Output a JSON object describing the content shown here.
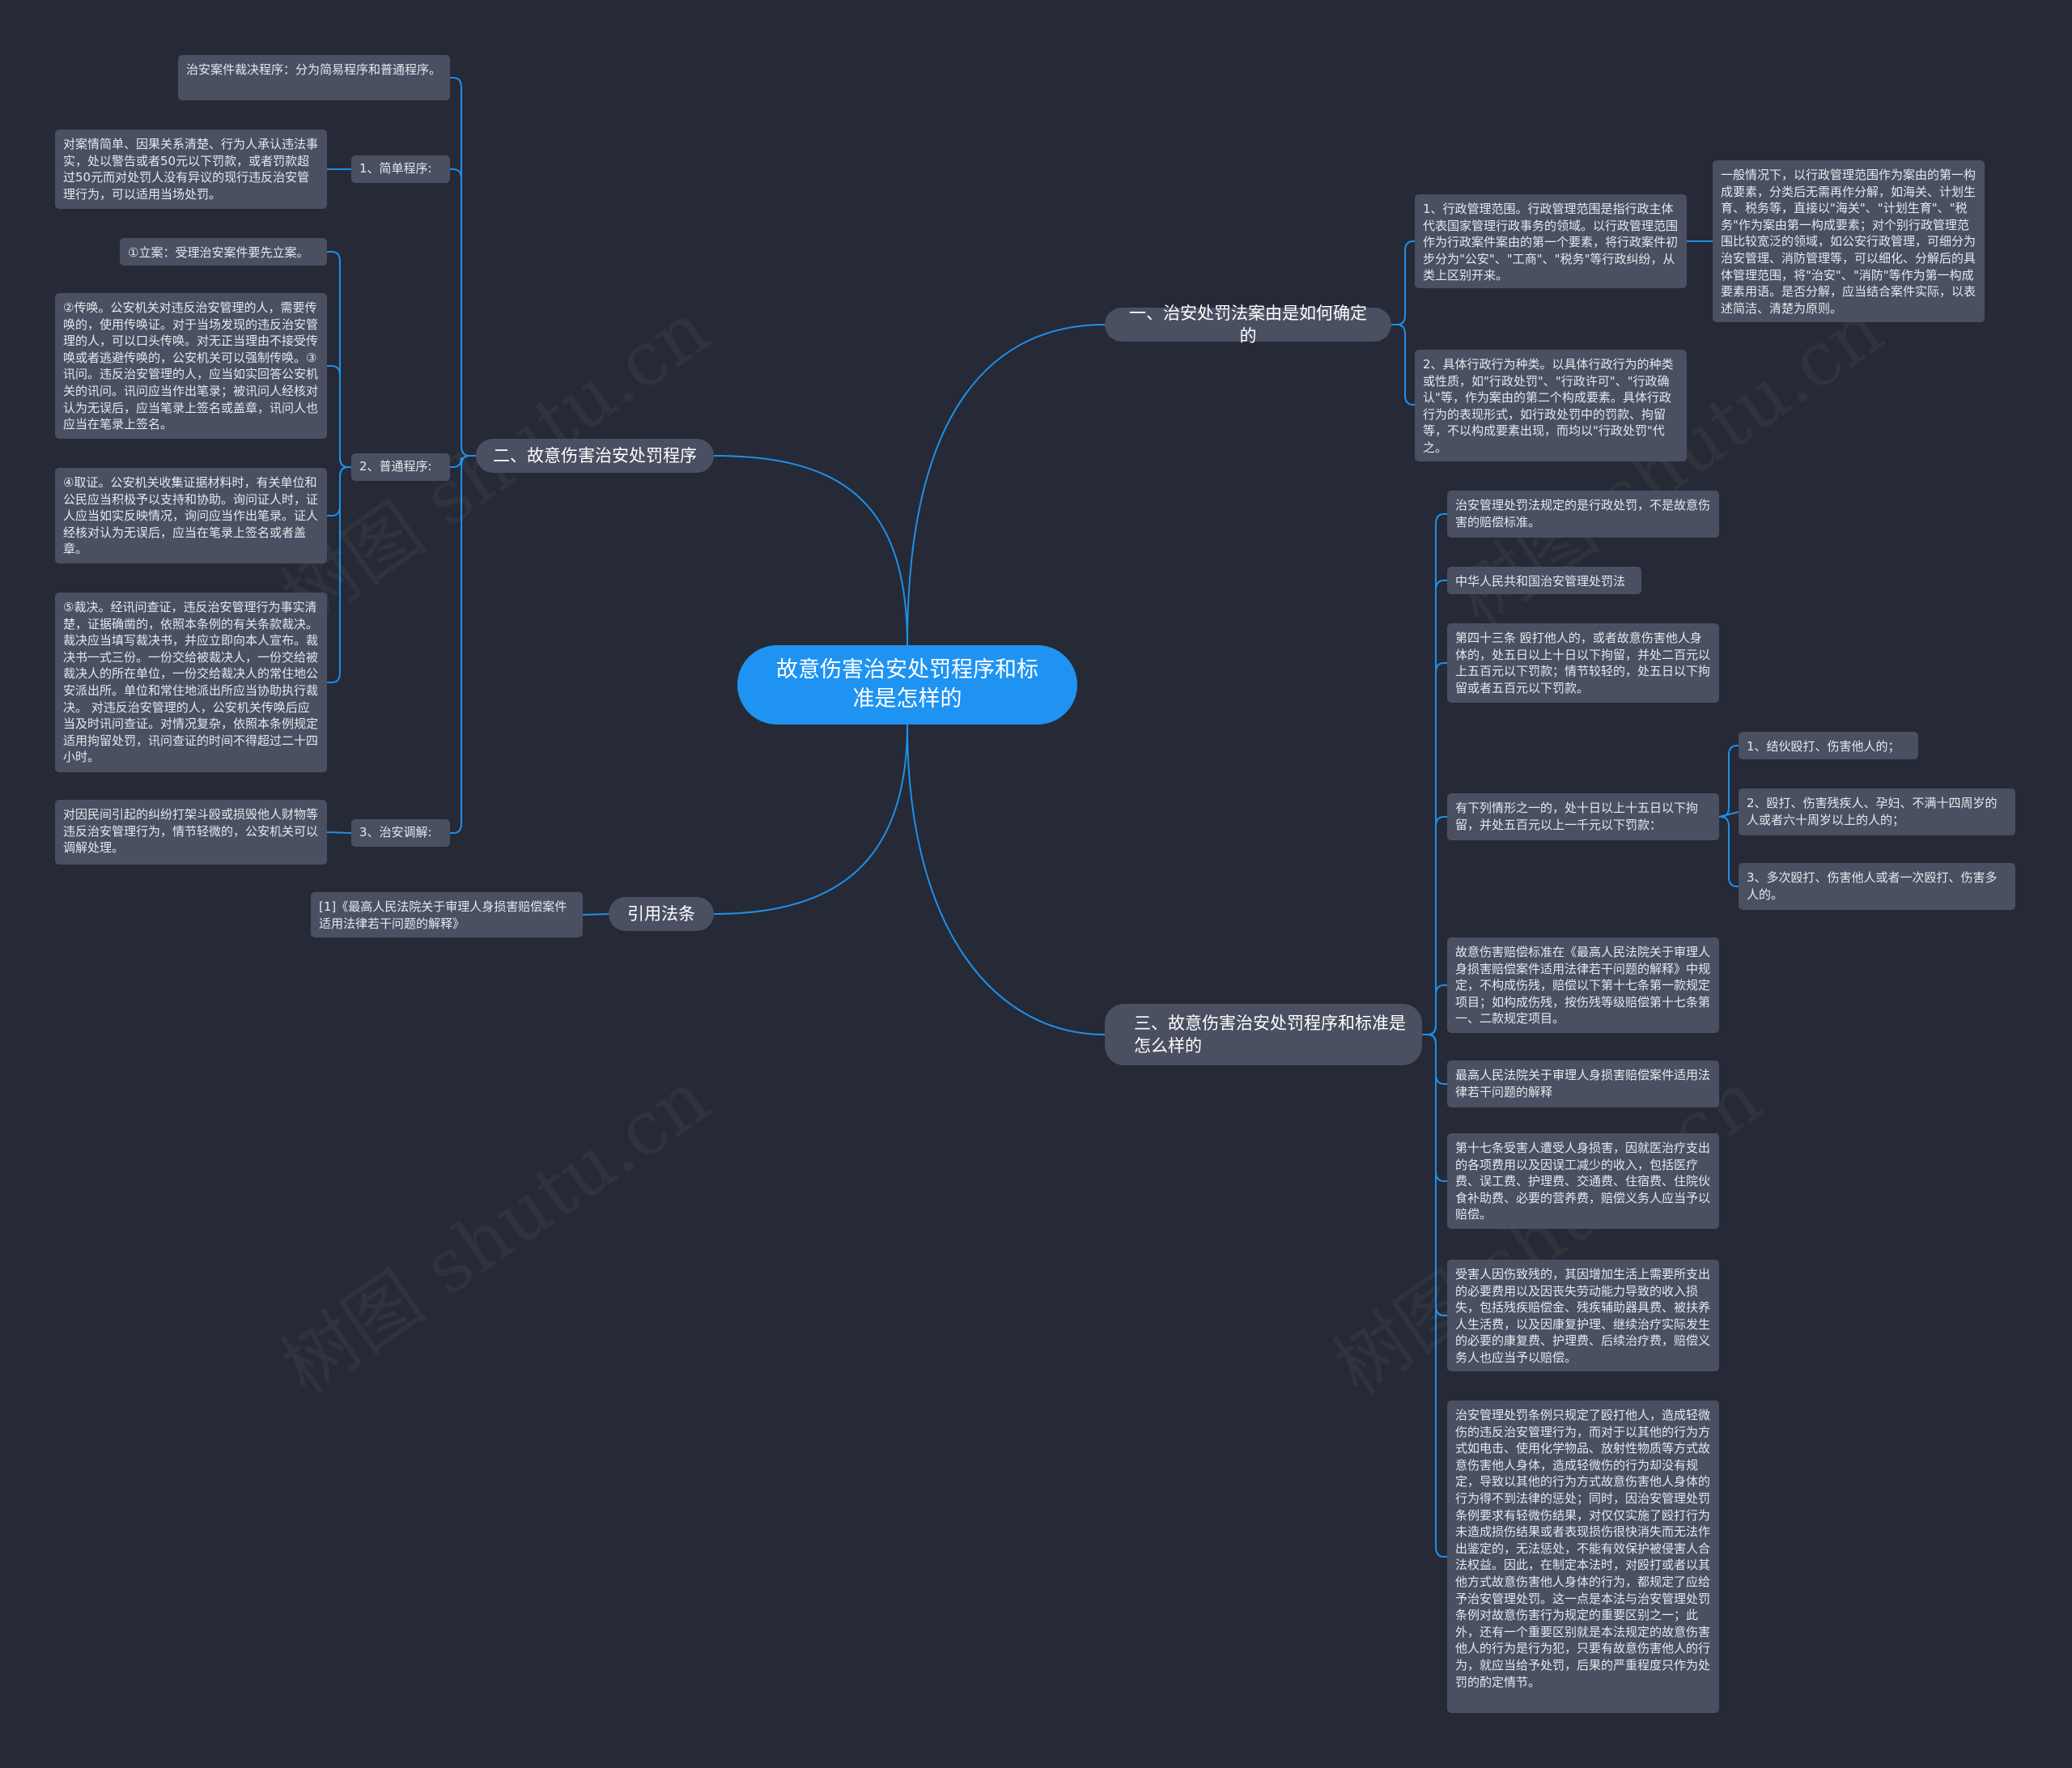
{
  "root": "故意伤害治安处罚程序和标准是怎样的",
  "branches": {
    "b1": "一、治安处罚法案由是如何确定的",
    "b2": "二、故意伤害治安处罚程序",
    "b3": "三、故意伤害治安处罚程序和标准是怎么样的",
    "b4": "引用法条"
  },
  "b1_children": {
    "c1": "1、行政管理范围。行政管理范围是指行政主体代表国家管理行政事务的领域。以行政管理范围作为行政案件案由的第一个要素，将行政案件初步分为\"公安\"、\"工商\"、\"税务\"等行政纠纷，从类上区别开来。",
    "c1_detail": "一般情况下，以行政管理范围作为案由的第一构成要素，分类后无需再作分解，如海关、计划生育、税务等，直接以\"海关\"、\"计划生育\"、\"税务\"作为案由第一构成要素；对个别行政管理范围比较宽泛的领域，如公安行政管理，可细分为治安管理、消防管理等，可以细化、分解后的具体管理范围，将\"治安\"、\"消防\"等作为第一构成要素用语。是否分解，应当结合案件实际，以表述简洁、清楚为原则。",
    "c2": "2、具体行政行为种类。以具体行政行为的种类或性质，如\"行政处罚\"、\"行政许可\"、\"行政确认\"等，作为案由的第二个构成要素。具体行政行为的表现形式，如行政处罚中的罚款、拘留等，不以构成要素出现，而均以\"行政处罚\"代之。"
  },
  "b2_children": {
    "top": "治安案件裁决程序：分为简易程序和普通程序。",
    "simple_label": "1、简单程序:",
    "simple_text": "对案情简单、因果关系清楚、行为人承认违法事实，处以警告或者50元以下罚款，或者罚款超过50元而对处罚人没有异议的现行违反治安管理行为，可以适用当场处罚。",
    "normal_label": "2、普通程序:",
    "n1": "①立案：受理治安案件要先立案。",
    "n2": "②传唤。公安机关对违反治安管理的人，需要传唤的，使用传唤证。对于当场发现的违反治安管理的人，可以口头传唤。对无正当理由不接受传唤或者逃避传唤的，公安机关可以强制传唤。③讯问。违反治安管理的人，应当如实回答公安机关的讯问。讯问应当作出笔录；被讯问人经核对认为无误后，应当笔录上签名或盖章，讯问人也应当在笔录上签名。",
    "n3": "④取证。公安机关收集证据材料时，有关单位和公民应当积极予以支持和协助。询问证人时，证人应当如实反映情况，询问应当作出笔录。证人经核对认为无误后，应当在笔录上签名或者盖章。",
    "n4": "⑤裁决。经讯问查证，违反治安管理行为事实清楚，证据确凿的，依照本条例的有关条款裁决。 裁决应当填写裁决书，并应立即向本人宣布。裁决书一式三份。一份交给被裁决人，一份交给被裁决人的所在单位，一份交给裁决人的常住地公安派出所。单位和常住地派出所应当协助执行裁决。 对违反治安管理的人，公安机关传唤后应当及时讯问查证。对情况复杂，依照本条例规定适用拘留处罚，讯问查证的时间不得超过二十四小时。",
    "mediate_label": "3、治安调解:",
    "mediate_text": "对因民间引起的纠纷打架斗殴或损毁他人财物等违反治安管理行为，情节轻微的，公安机关可以调解处理。"
  },
  "b3_children": {
    "s1": "治安管理处罚法规定的是行政处罚，不是故意伤害的赔偿标准。",
    "s2": "中华人民共和国治安管理处罚法",
    "s3": "第四十三条 殴打他人的，或者故意伤害他人身体的，处五日以上十日以下拘留，并处二百元以上五百元以下罚款；情节较轻的，处五日以下拘留或者五百元以下罚款。",
    "s4": "有下列情形之一的，处十日以上十五日以下拘留，并处五百元以上一千元以下罚款：",
    "s4_items": [
      "1、结伙殴打、伤害他人的；",
      "2、殴打、伤害残疾人、孕妇、不满十四周岁的人或者六十周岁以上的人的；",
      "3、多次殴打、伤害他人或者一次殴打、伤害多人的。"
    ],
    "s5": "故意伤害赔偿标准在《最高人民法院关于审理人身损害赔偿案件适用法律若干问题的解释》中规定，不构成伤残，赔偿以下第十七条第一款规定项目；如构成伤残，按伤残等级赔偿第十七条第一、二款规定项目。",
    "s6": "最高人民法院关于审理人身损害赔偿案件适用法律若干问题的解释",
    "s7": "第十七条受害人遭受人身损害，因就医治疗支出的各项费用以及因误工减少的收入，包括医疗费、误工费、护理费、交通费、住宿费、住院伙食补助费、必要的营养费，赔偿义务人应当予以赔偿。",
    "s8": "受害人因伤致残的，其因增加生活上需要所支出的必要费用以及因丧失劳动能力导致的收入损失，包括残疾赔偿金、残疾辅助器具费、被扶养人生活费，以及因康复护理、继续治疗实际发生的必要的康复费、护理费、后续治疗费，赔偿义务人也应当予以赔偿。",
    "s9": "治安管理处罚条例只规定了殴打他人，造成轻微伤的违反治安管理行为，而对于以其他的行为方式如电击、使用化学物品、放射性物质等方式故意伤害他人身体，造成轻微伤的行为却没有规定，导致以其他的行为方式故意伤害他人身体的行为得不到法律的惩处；同时，因治安管理处罚条例要求有轻微伤结果，对仅仅实施了殴打行为未造成损伤结果或者表现损伤很快消失而无法作出鉴定的，无法惩处，不能有效保护被侵害人合法权益。因此，在制定本法时，对殴打或者以其他方式故意伤害他人身体的行为，都规定了应给予治安管理处罚。这一点是本法与治安管理处罚条例对故意伤害行为规定的重要区别之一；此外，还有一个重要区别就是本法规定的故意伤害他人的行为是行为犯，只要有故意伤害他人的行为，就应当给予处罚，后果的严重程度只作为处罚的酌定情节。"
  },
  "b4_children": {
    "ref": "[1]《最高人民法院关于审理人身损害赔偿案件适用法律若干问题的解释》"
  },
  "watermark": "树图 shutu.cn",
  "colors": {
    "background": "#252a36",
    "node": "#4a5061",
    "root": "#1f93f2",
    "line": "#1e8fe8"
  }
}
